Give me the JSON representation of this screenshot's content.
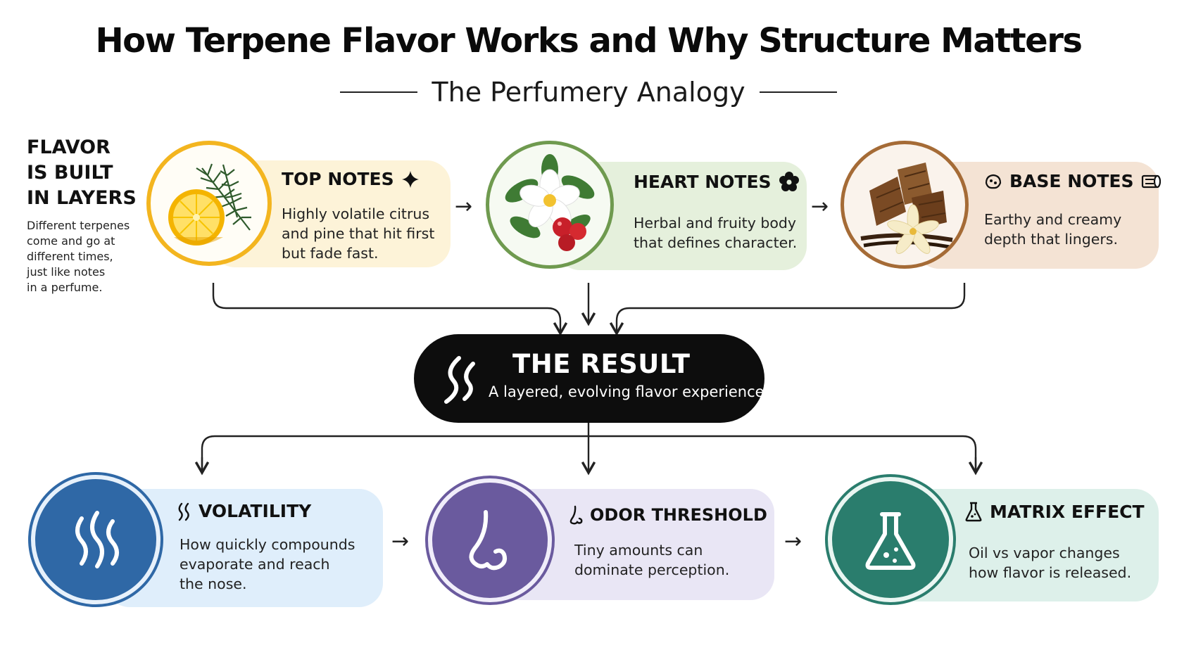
{
  "header": {
    "title": "How Terpene Flavor Works and Why Structure Matters",
    "subtitle": "The Perfumery Analogy"
  },
  "intro": {
    "title_lines": [
      "FLAVOR",
      "IS BUILT",
      "IN LAYERS"
    ],
    "text_lines": [
      "Different terpenes",
      "come and go at",
      "different times,",
      "just like notes",
      "in a perfume."
    ]
  },
  "layers": [
    {
      "title": "TOP NOTES",
      "icon": "sparkle-icon",
      "lines": [
        "Highly volatile citrus",
        "and pine that hit first",
        "but fade fast."
      ],
      "color": "#f3b51f",
      "bg": "#fdf3d8"
    },
    {
      "title": "HEART NOTES",
      "icon": "flower-icon",
      "lines": [
        "Herbal and fruity body",
        "that defines character."
      ],
      "color": "#6f9a4f",
      "bg": "#e5f0dc"
    },
    {
      "title": "BASE NOTES",
      "icon": "wood-icon",
      "lines": [
        "Earthy and creamy",
        "depth that lingers."
      ],
      "color": "#a56b36",
      "bg": "#f4e3d4"
    }
  ],
  "result": {
    "title": "THE RESULT",
    "text": "A layered, evolving flavor experience"
  },
  "factors": [
    {
      "title": "VOLATILITY",
      "icon": "vapor-icon",
      "lines": [
        "How quickly compounds",
        "evaporate and reach",
        "the nose."
      ],
      "color": "#2f68a6",
      "bg": "#dfeefb"
    },
    {
      "title": "ODOR THRESHOLD",
      "icon": "nose-icon",
      "lines": [
        "Tiny amounts can",
        "dominate perception."
      ],
      "color": "#6a5a9e",
      "bg": "#e9e6f5"
    },
    {
      "title": "MATRIX EFFECT",
      "icon": "flask-icon",
      "lines": [
        "Oil vs vapor changes",
        "how flavor is released."
      ],
      "color": "#2a7d6d",
      "bg": "#ddf0ea"
    }
  ]
}
